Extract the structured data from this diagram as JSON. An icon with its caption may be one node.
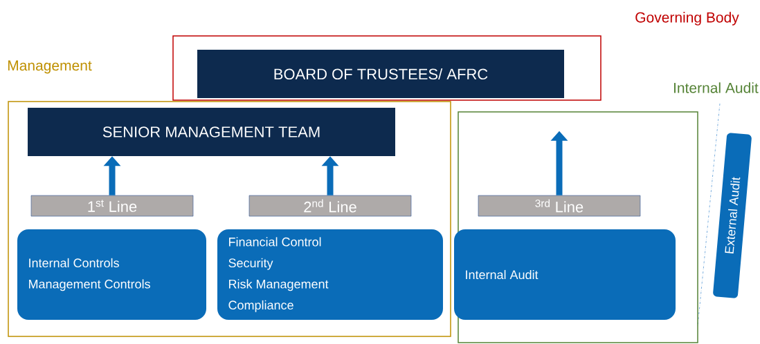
{
  "diagram": {
    "nodes": [
      {
        "text": [
          "Governing Body"
        ]
      },
      {
        "text": [
          "BOARD OF TRUSTEES/ AFRC"
        ],
        "in": 0
      },
      {
        "text": [
          "Management"
        ]
      },
      {
        "text": [
          "SENIOR MANAGEMENT TEAM"
        ],
        "in": 2
      },
      {
        "text": [
          "1$^{st}$ Line"
        ],
        "in": 2
      },
      {
        "text": [
          "2$^{nd}$ Line"
        ],
        "in": 2
      },
      {
        "text": [
          "Internal Controls",
          "Management Controls"
        ],
        "in": 2
      },
      {
        "text": [
          "Financial Control",
          "Security",
          "Risk Management",
          "Compliance"
        ],
        "in": 2
      },
      {
        "text": [
          "Internal Audit"
        ]
      },
      {
        "text": [
          "$^{3rd}$ Line"
        ],
        "in": 8
      },
      {
        "text": [
          "Internal Audit"
        ],
        "in": 8
      },
      {
        "text": [
          "External Audit"
        ]
      }
    ],
    "edges": [
      {
        "from": 4,
        "to": 3,
        "arrow": "to"
      },
      {
        "from": 5,
        "to": 3,
        "arrow": "to"
      },
      {
        "from": 9,
        "to": null,
        "arrow": "to"
      }
    ]
  }
}
